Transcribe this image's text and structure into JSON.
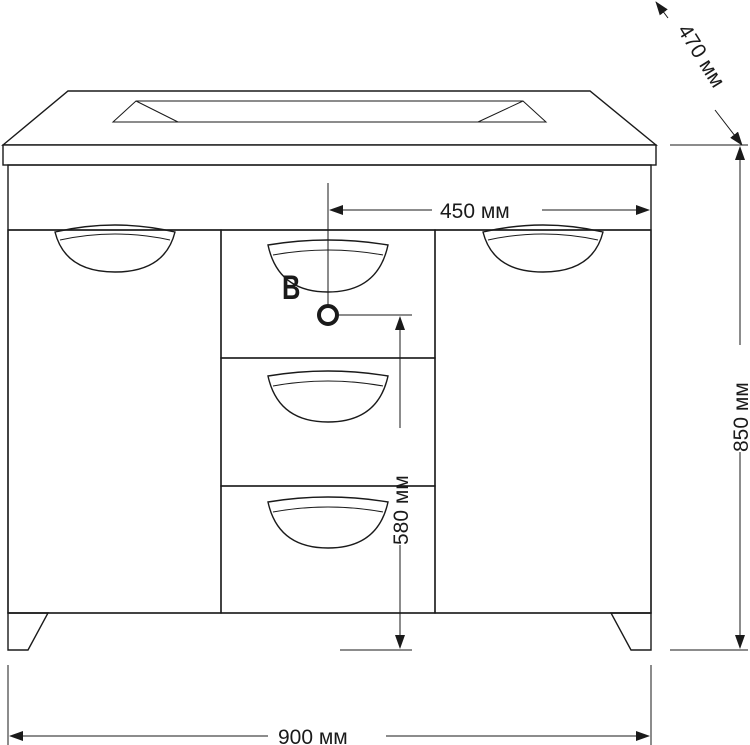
{
  "dimensions": {
    "width": "900 мм",
    "depth": "470 мм",
    "height": "850 мм",
    "drain_height": "580 мм",
    "drain_offset": "450 мм"
  },
  "markers": {
    "drain_point": "B"
  },
  "colors": {
    "line": "#1a1a1a",
    "background": "#ffffff"
  }
}
